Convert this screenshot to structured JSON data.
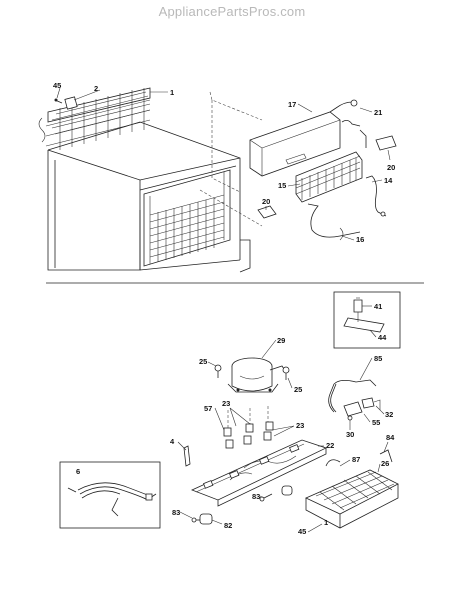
{
  "watermark": "AppliancePartsPros.com",
  "parts": {
    "p45a": "45",
    "p2": "2",
    "p1": "1",
    "p17": "17",
    "p21": "21",
    "p20a": "20",
    "p15": "15",
    "p14": "14",
    "p20b": "20",
    "p16": "16",
    "p41": "41",
    "p44": "44",
    "p29": "29",
    "p25a": "25",
    "p25b": "25",
    "p85": "85",
    "p57": "57",
    "p23a": "23",
    "p23b": "23",
    "p4": "4",
    "p32": "32",
    "p55": "55",
    "p30": "30",
    "p84": "84",
    "p22": "22",
    "p87": "87",
    "p26": "26",
    "p6": "6",
    "p83a": "83",
    "p83b": "83",
    "p82": "82",
    "p45b": "45",
    "p1b": "1"
  }
}
